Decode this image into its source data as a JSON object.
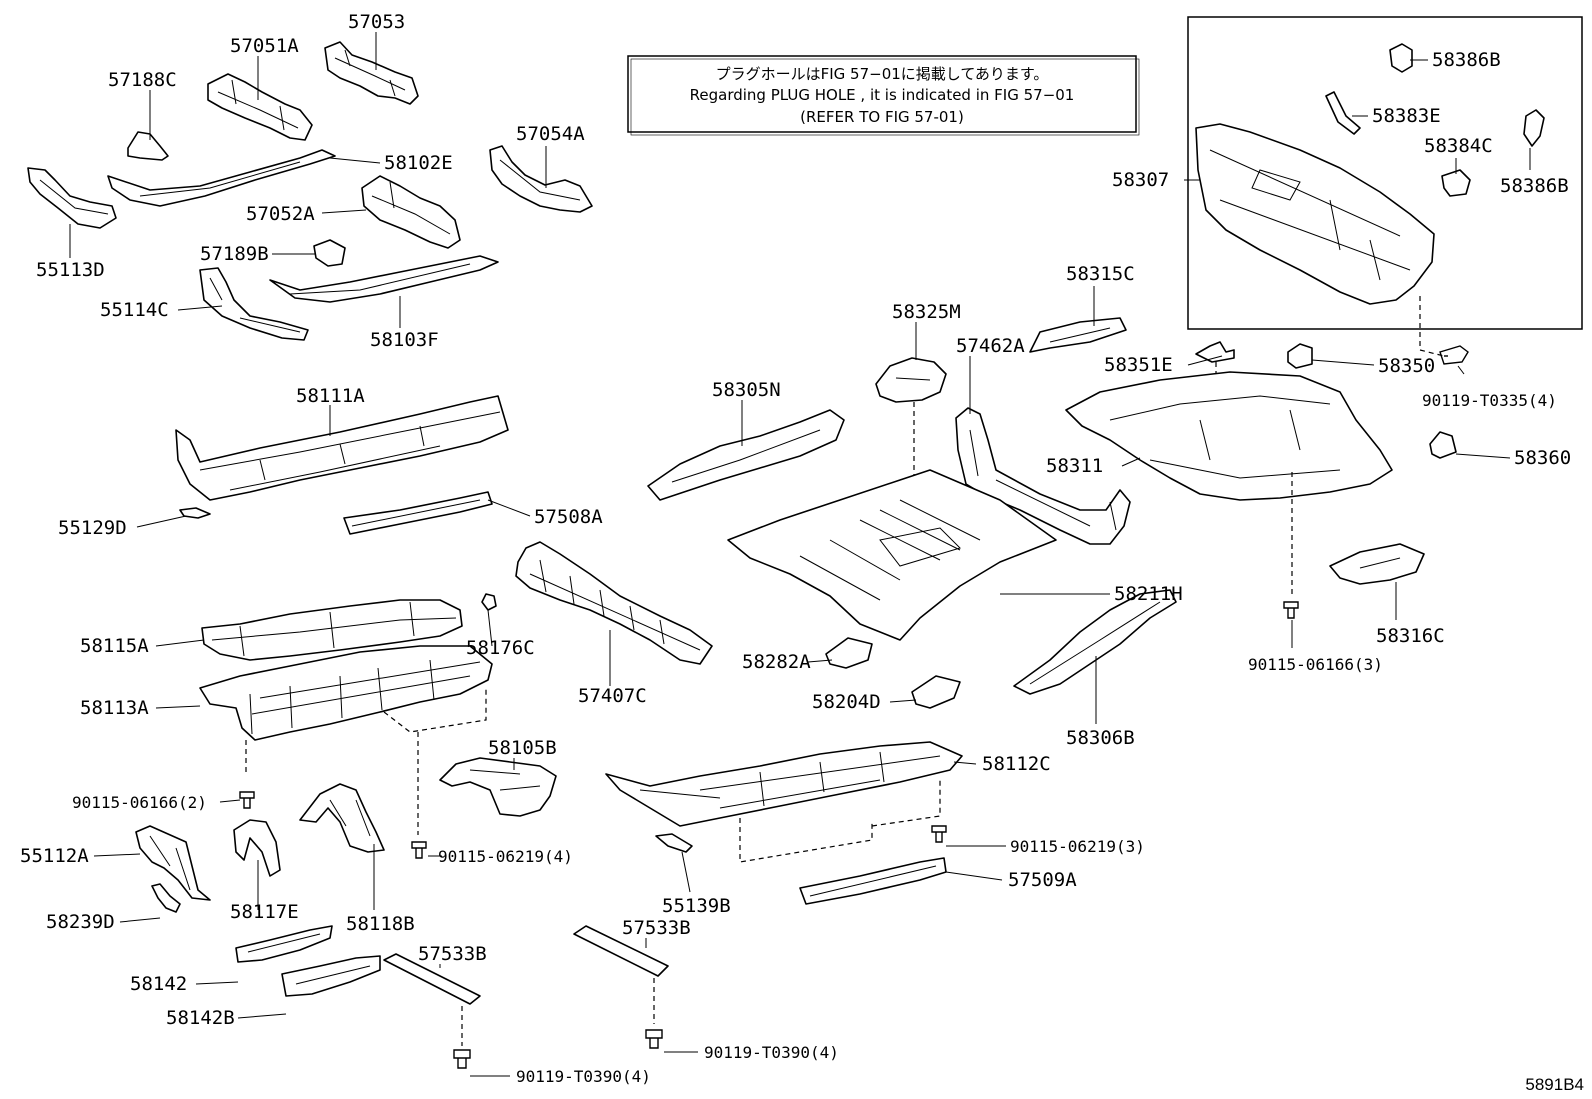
{
  "note": {
    "line1": "プラグホールはFIG 57−01に掲載してあります。",
    "line2": "Regarding PLUG HOLE , it is indicated in FIG 57−01",
    "line3": "(REFER TO FIG 57-01)"
  },
  "figure_id": "5891B4",
  "labels": {
    "p57053": "57053",
    "p57051A": "57051A",
    "p57188C": "57188C",
    "p58102E": "58102E",
    "p57054A": "57054A",
    "p57052A": "57052A",
    "p55113D": "55113D",
    "p57189B": "57189B",
    "p55114C": "55114C",
    "p58103F": "58103F",
    "p58111A": "58111A",
    "p55129D": "55129D",
    "p57508A": "57508A",
    "p58115A": "58115A",
    "p58176C": "58176C",
    "p58113A": "58113A",
    "p57407C": "57407C",
    "p58105B": "58105B",
    "b90115_06166_2": "90115-06166(2)",
    "p55112A": "55112A",
    "b90115_06219_4": "90115-06219(4)",
    "p58117E": "58117E",
    "p58118B": "58118B",
    "p58239D": "58239D",
    "p58142": "58142",
    "p57533B_left": "57533B",
    "p58142B": "58142B",
    "b90119_T0390_left": "90119-T0390(4)",
    "p57533B_mid": "57533B",
    "b90119_T0390_mid": "90119-T0390(4)",
    "p55139B": "55139B",
    "p58112C": "58112C",
    "b90115_06219_3": "90115-06219(3)",
    "p57509A": "57509A",
    "p58305N": "58305N",
    "p58325M": "58325M",
    "p57462A": "57462A",
    "p58211H": "58211H",
    "p58282A": "58282A",
    "p58204D": "58204D",
    "p58306B": "58306B",
    "p58315C": "58315C",
    "p58351E": "58351E",
    "p58350": "58350",
    "b90119_T0335_4": "90119-T0335(4)",
    "p58311": "58311",
    "p58360": "58360",
    "p58316C": "58316C",
    "b90115_06166_3": "90115-06166(3)",
    "p58386B_top": "58386B",
    "p58383E": "58383E",
    "p58384C": "58384C",
    "p58386B_right": "58386B",
    "p58307": "58307"
  }
}
